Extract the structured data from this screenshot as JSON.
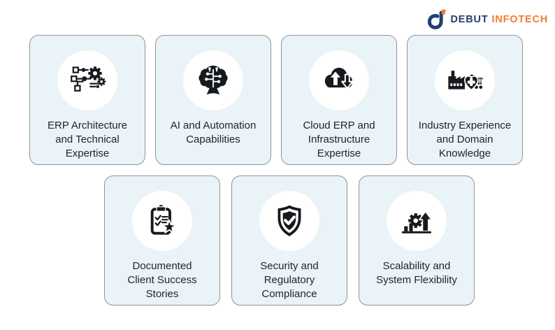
{
  "logo": {
    "word1": "DEBUT",
    "word2": "INFOTECH",
    "icon": "debut-infotech-logo-icon",
    "navy": "#243f70",
    "orange": "#ee7e31"
  },
  "colors": {
    "card_background": "#eaf3f7",
    "card_border": "#8d949b",
    "icon_color": "#16191d",
    "label_text": "#1d232b",
    "page_background": "#ffffff"
  },
  "cards": [
    {
      "id": "erp-architecture",
      "label": "ERP Architecture\nand Technical\nExpertise",
      "icon": "circuit-gears-icon"
    },
    {
      "id": "ai-automation",
      "label": "AI and Automation\nCapabilities",
      "icon": "ai-brain-circuit-icon"
    },
    {
      "id": "cloud-erp",
      "label": "Cloud ERP and\nInfrastructure\nExpertise",
      "icon": "cloud-up-down-arrows-icon"
    },
    {
      "id": "industry-experience",
      "label": "Industry Experience\nand Domain\nKnowledge",
      "icon": "industry-sectors-icon"
    },
    {
      "id": "client-success-stories",
      "label": "Documented\nClient Success\nStories",
      "icon": "clipboard-checklist-star-icon"
    },
    {
      "id": "security-compliance",
      "label": "Security and\nRegulatory\nCompliance",
      "icon": "shield-checkmark-icon"
    },
    {
      "id": "scalability",
      "label": "Scalability and\nSystem Flexibility",
      "icon": "gear-growth-arrow-icon"
    }
  ]
}
